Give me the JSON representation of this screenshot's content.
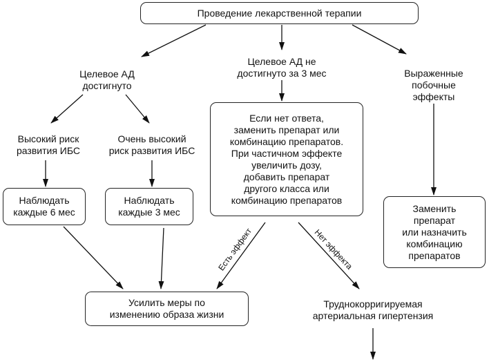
{
  "nodes": {
    "therapy": "Проведение лекарственной терапии",
    "bp_reached": "Целевое АД\nдостигнуто",
    "bp_not_reached": "Целевое АД не\nдостигнуто за 3 мес",
    "side_effects": "Выраженные\nпобочные\nэффекты",
    "high_risk": "Высокий риск\nразвития ИБС",
    "very_high_risk": "Очень высокий\nриск развития ИБС",
    "no_response": "Если нет ответа,\nзаменить препарат или\nкомбинацию препаратов.\nПри частичном эффекте\nувеличить дозу,\nдобавить препарат\nдругого класса или\nкомбинацию препаратов",
    "observe_6": "Наблюдать\nкаждые 6 мес",
    "observe_3": "Наблюдать\nкаждые 3 мес",
    "replace_drug": "Заменить\nпрепарат\nили назначить\nкомбинацию\nпрепаратов",
    "lifestyle": "Усилить  меры  по\nизменению образа жизни",
    "refractory": "Труднокорригируемая\nартериальная гипертензия"
  },
  "edge_labels": {
    "effect": "Есть эффект",
    "no_effect": "Нет эффекта"
  }
}
